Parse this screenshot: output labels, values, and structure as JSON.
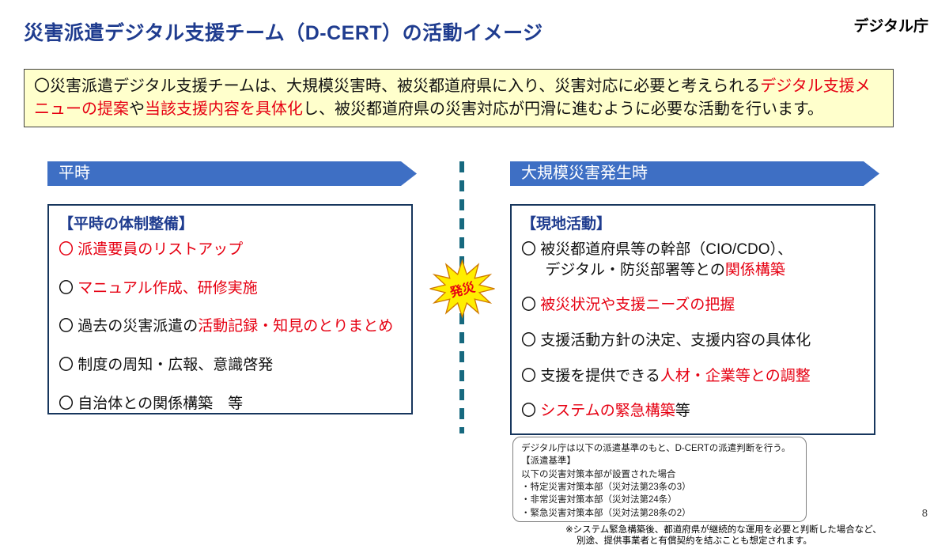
{
  "page": {
    "title": "災害派遣デジタル支援チーム（D-CERT）の活動イメージ",
    "agency": "デジタル庁",
    "page_number": "8"
  },
  "summary": {
    "segments": [
      {
        "text": "〇災害派遣デジタル支援チームは、大規模災害時、被災都道府県に入り、災害対応に必要と考えられる",
        "color": "black"
      },
      {
        "text": "デジタル支援メニューの提案",
        "color": "red"
      },
      {
        "text": "や",
        "color": "black"
      },
      {
        "text": "当該支援内容を具体化",
        "color": "red"
      },
      {
        "text": "し、被災都道府県の災害対応が円滑に進むように必要な活動を行います。",
        "color": "black"
      }
    ]
  },
  "peacetime": {
    "banner_label": "平時",
    "box_title": "【平時の体制整備】",
    "items": [
      {
        "segments": [
          {
            "text": "〇 派遣要員のリストアップ",
            "color": "red"
          }
        ]
      },
      {
        "segments": [
          {
            "text": "〇 ",
            "color": "black"
          },
          {
            "text": "マニュアル作成、研修実施",
            "color": "red"
          }
        ]
      },
      {
        "segments": [
          {
            "text": "〇 過去の災害派遣の",
            "color": "black"
          },
          {
            "text": "活動記録・知見のとりまとめ",
            "color": "red"
          }
        ]
      },
      {
        "segments": [
          {
            "text": "〇 制度の周知・広報、意識啓発",
            "color": "black"
          }
        ]
      },
      {
        "segments": [
          {
            "text": "〇 自治体との関係構築　等",
            "color": "black"
          }
        ]
      }
    ]
  },
  "burst": {
    "label": "発災"
  },
  "disaster": {
    "banner_label": "大規模災害発生時",
    "box_title": "【現地活動】",
    "items": [
      {
        "segments": [
          {
            "text": "〇 被災都道府県等の幹部（CIO/CDO）、",
            "color": "black"
          },
          {
            "text": "デジタル・防災部署等との",
            "color": "black"
          },
          {
            "text": "関係構築",
            "color": "red"
          }
        ]
      },
      {
        "segments": [
          {
            "text": "〇 ",
            "color": "black"
          },
          {
            "text": "被災状況や支援ニーズの把握",
            "color": "red"
          }
        ]
      },
      {
        "segments": [
          {
            "text": "〇 支援活動方針の決定、支援内容の具体化",
            "color": "black"
          }
        ]
      },
      {
        "segments": [
          {
            "text": "〇 支援を提供できる",
            "color": "black"
          },
          {
            "text": "人材・企業等との調整",
            "color": "red"
          }
        ]
      },
      {
        "segments": [
          {
            "text": "〇 ",
            "color": "black"
          },
          {
            "text": "システムの緊急構築",
            "color": "red"
          },
          {
            "text": "等",
            "color": "black"
          }
        ]
      }
    ]
  },
  "criteria_box": {
    "lines": [
      "デジタル庁は以下の派遣基準のもと、D-CERTの派遣判断を行う。",
      "【派遣基準】",
      "以下の災害対策本部が設置された場合",
      "・特定災害対策本部（災対法第23条の3）",
      "・非常災害対策本部（災対法第24条）",
      "・緊急災害対策本部（災対法第28条の2）"
    ]
  },
  "footnote": {
    "lines": [
      "※システム緊急構築後、都道府県が継続的な運用を必要と判断した場合など、",
      "別途、提供事業者と有償契約を結ぶことも想定されます。"
    ]
  },
  "colors": {
    "title_blue": "#1f3c8f",
    "accent_red": "#e60012",
    "banner_blue": "#3e6fc4",
    "box_border_navy": "#17365d",
    "summary_bg_yellow": "#ffffcc",
    "divider_teal": "#17697f",
    "burst_yellow": "#ffee00"
  }
}
